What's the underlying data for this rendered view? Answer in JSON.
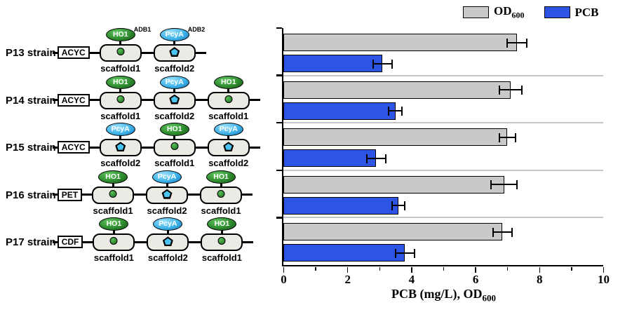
{
  "legend": {
    "od": {
      "label": "OD",
      "sub": "600",
      "color": "#c9c9c9"
    },
    "pcb": {
      "label": "PCB",
      "color": "#2d55e5"
    }
  },
  "colors": {
    "ho1_oval": "#2e8b2e",
    "pcya_oval": "#3fb3e8",
    "scaffold_fill": "#eceae5"
  },
  "strains": [
    {
      "name": "P13 strain",
      "backbone": "ACYC",
      "units": [
        {
          "scaffold": "scaffold1",
          "enzyme": "HO1",
          "site": "circle",
          "adb": "ADB1"
        },
        {
          "scaffold": "scaffold2",
          "enzyme": "PcyA",
          "site": "pentagon",
          "adb": "ADB2"
        }
      ]
    },
    {
      "name": "P14 strain",
      "backbone": "ACYC",
      "units": [
        {
          "scaffold": "scaffold1",
          "enzyme": "HO1",
          "site": "circle"
        },
        {
          "scaffold": "scaffold2",
          "enzyme": "PcyA",
          "site": "pentagon"
        },
        {
          "scaffold": "scaffold1",
          "enzyme": "HO1",
          "site": "circle"
        }
      ]
    },
    {
      "name": "P15 strain",
      "backbone": "ACYC",
      "units": [
        {
          "scaffold": "scaffold2",
          "enzyme": "PcyA",
          "site": "pentagon"
        },
        {
          "scaffold": "scaffold1",
          "enzyme": "HO1",
          "site": "circle"
        },
        {
          "scaffold": "scaffold2",
          "enzyme": "PcyA",
          "site": "pentagon"
        }
      ]
    },
    {
      "name": "P16 strain",
      "backbone": "PET",
      "units": [
        {
          "scaffold": "scaffold1",
          "enzyme": "HO1",
          "site": "circle"
        },
        {
          "scaffold": "scaffold2",
          "enzyme": "PcyA",
          "site": "pentagon"
        },
        {
          "scaffold": "scaffold1",
          "enzyme": "HO1",
          "site": "circle"
        }
      ]
    },
    {
      "name": "P17 strain",
      "backbone": "CDF",
      "units": [
        {
          "scaffold": "scaffold1",
          "enzyme": "HO1",
          "site": "circle"
        },
        {
          "scaffold": "scaffold2",
          "enzyme": "PcyA",
          "site": "pentagon"
        },
        {
          "scaffold": "scaffold1",
          "enzyme": "HO1",
          "site": "circle"
        }
      ]
    }
  ],
  "chart_data": {
    "type": "bar",
    "orientation": "horizontal",
    "categories": [
      "P13",
      "P14",
      "P15",
      "P16",
      "P17"
    ],
    "series": [
      {
        "name": "OD600",
        "color": "#c9c9c9",
        "values": [
          7.3,
          7.1,
          7.0,
          6.9,
          6.85
        ],
        "errors": [
          0.3,
          0.35,
          0.25,
          0.4,
          0.3
        ]
      },
      {
        "name": "PCB",
        "color": "#2d55e5",
        "values": [
          3.1,
          3.5,
          2.9,
          3.6,
          3.8
        ],
        "errors": [
          0.3,
          0.2,
          0.3,
          0.2,
          0.3
        ]
      }
    ],
    "xlabel": "PCB (mg/L), OD600",
    "xlabel_main": "PCB (mg/L), OD",
    "xlabel_sub": "600",
    "xlim": [
      0,
      10
    ],
    "xticks": [
      0,
      2,
      4,
      6,
      8,
      10
    ],
    "legend_position": "top-right",
    "grid": false,
    "group_separators": true
  }
}
